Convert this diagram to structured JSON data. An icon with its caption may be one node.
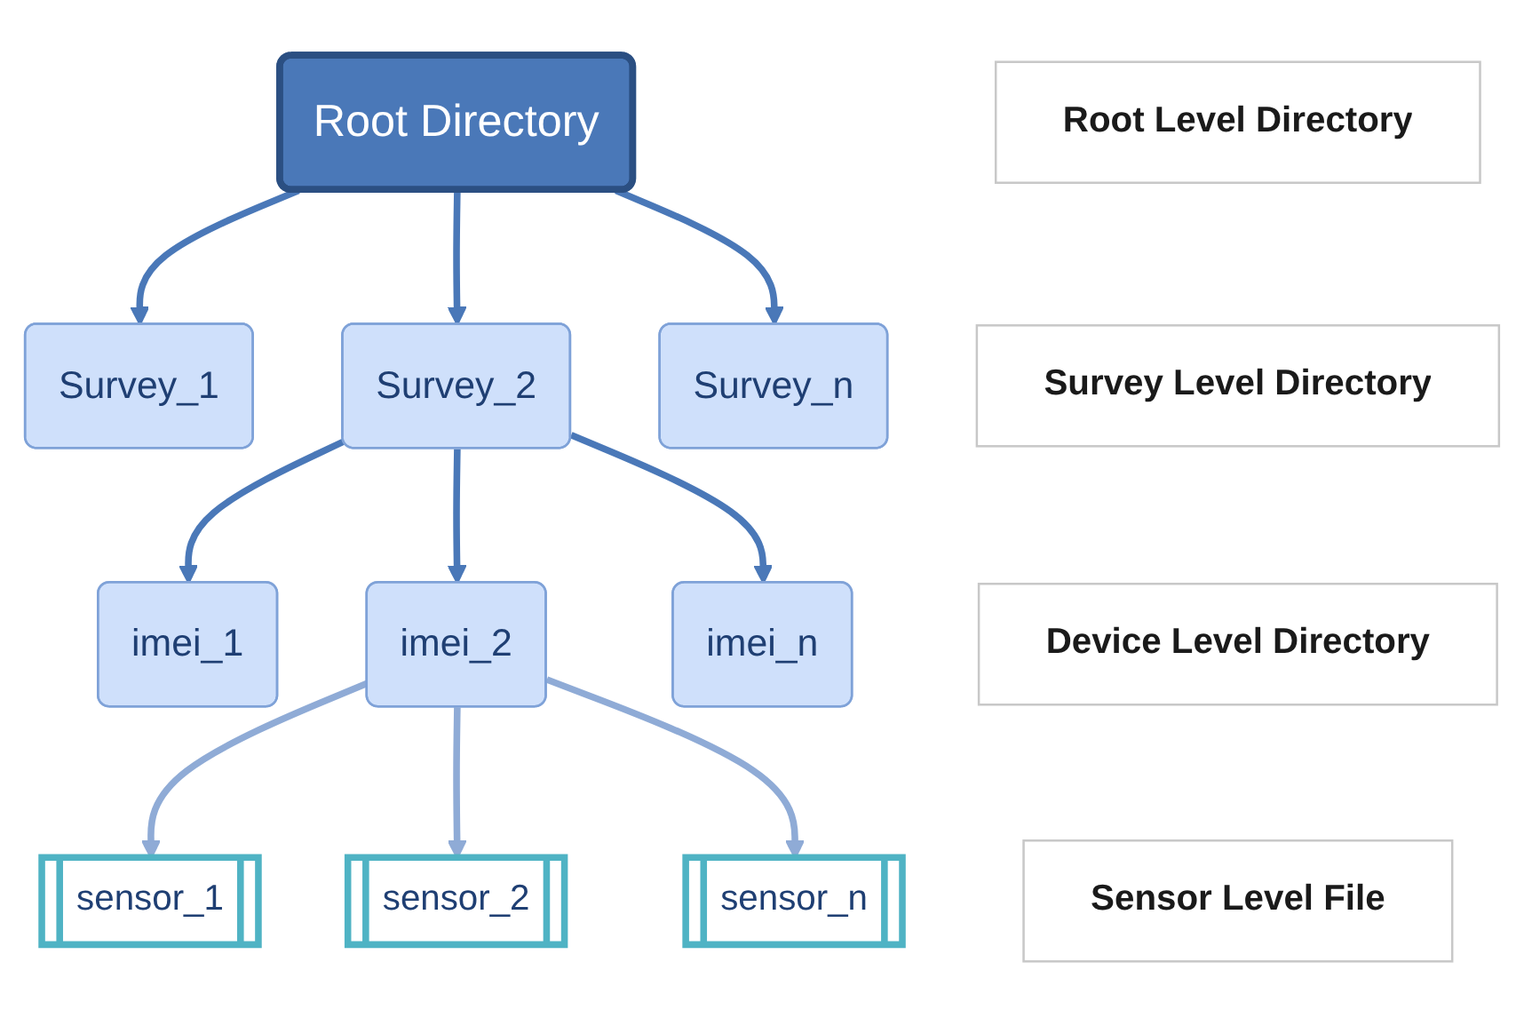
{
  "diagram": {
    "nodes": [
      {
        "text": [
          "Root Directory"
        ]
      },
      {
        "text": [
          "Survey_1"
        ]
      },
      {
        "text": [
          "Survey_2"
        ]
      },
      {
        "text": [
          "Survey_n"
        ]
      },
      {
        "text": [
          "imei_1"
        ]
      },
      {
        "text": [
          "imei_2"
        ]
      },
      {
        "text": [
          "imei_n"
        ]
      },
      {
        "text": [
          "sensor_1"
        ]
      },
      {
        "text": [
          "sensor_2"
        ]
      },
      {
        "text": [
          "sensor_n"
        ]
      },
      {
        "text": [
          "Root Level Directory"
        ]
      },
      {
        "text": [
          "Survey Level Directory"
        ]
      },
      {
        "text": [
          "Device Level Directory"
        ]
      },
      {
        "text": [
          "Sensor Level File"
        ]
      }
    ],
    "edges": [
      {
        "from": 0,
        "to": 1,
        "arrow": "to"
      },
      {
        "from": 0,
        "to": 2,
        "arrow": "to"
      },
      {
        "from": 0,
        "to": 3,
        "arrow": "to"
      },
      {
        "from": 2,
        "to": 4,
        "arrow": "to"
      },
      {
        "from": 2,
        "to": 5,
        "arrow": "to"
      },
      {
        "from": 2,
        "to": 6,
        "arrow": "to"
      },
      {
        "from": 5,
        "to": 7,
        "arrow": "to",
        "color": "#8fabd6"
      },
      {
        "from": 5,
        "to": 8,
        "arrow": "to",
        "color": "#8fabd6"
      },
      {
        "from": 5,
        "to": 9,
        "arrow": "to",
        "color": "#8fabd6"
      }
    ]
  }
}
